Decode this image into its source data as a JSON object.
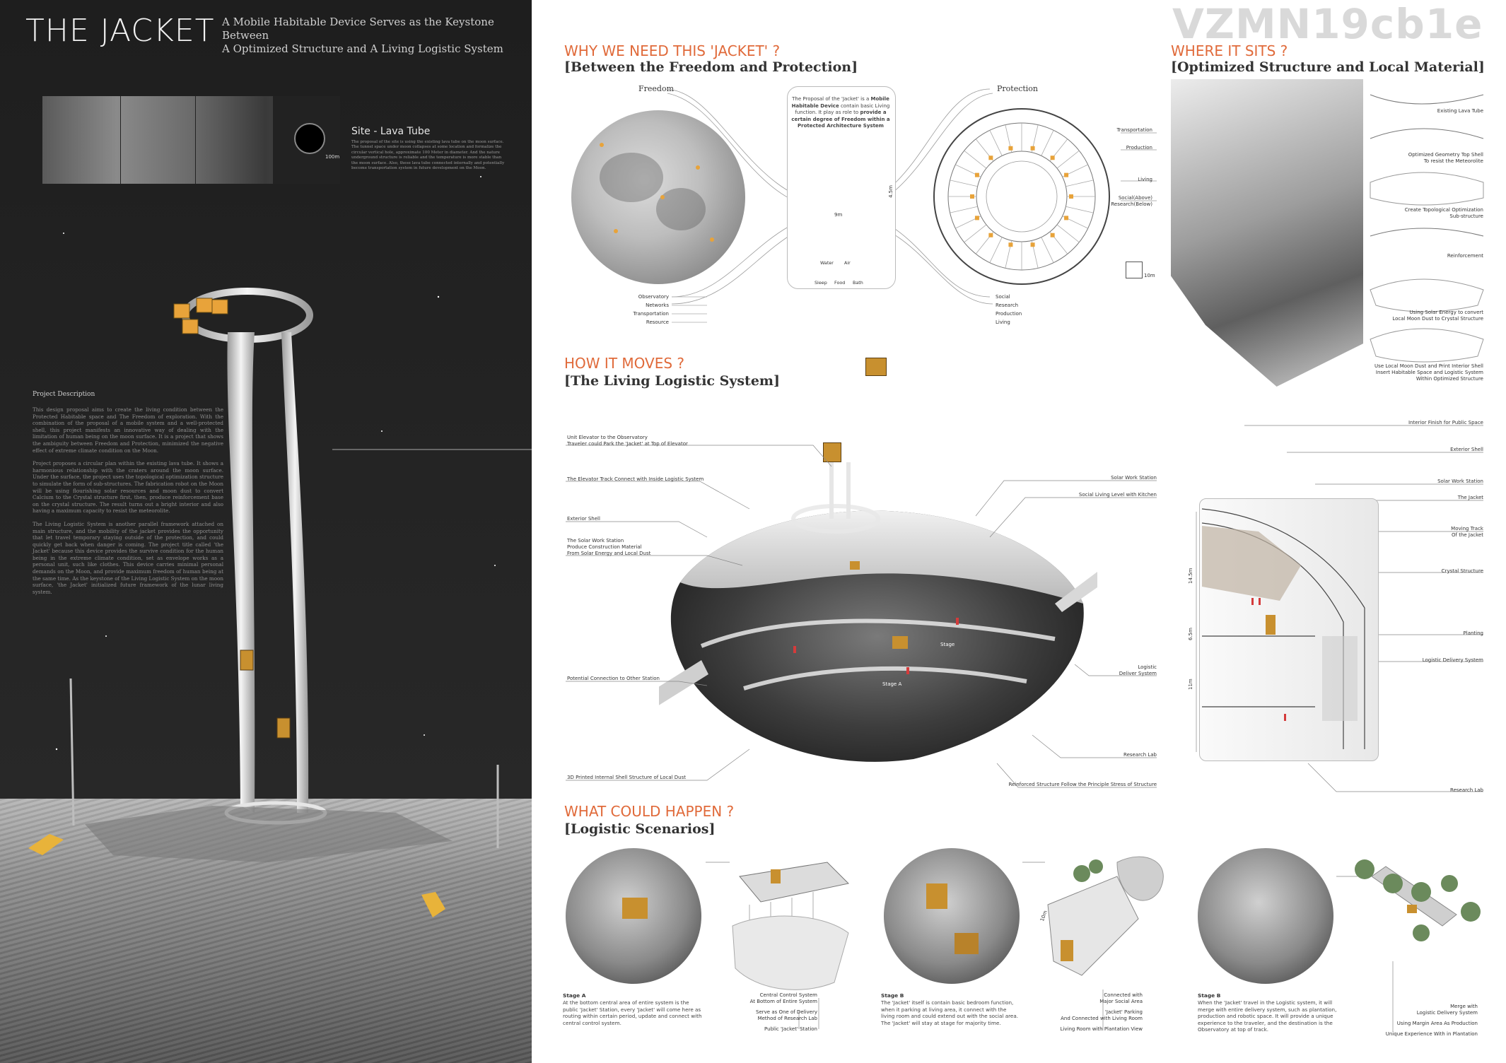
{
  "header": {
    "title": "THE JACKET",
    "subtitle_line1": "A Mobile Habitable Device Serves as the Keystone Between",
    "subtitle_line2": "A Optimized Structure and A Living Logistic System",
    "watermark": "VZMN19cb1e"
  },
  "site": {
    "heading": "Site - Lava Tube",
    "body": "The proposal of the site is using the existing lava tube on the moon surface. The tunnel space under moon collapses at some location and formalize the circular vertical hole, approximate 100 Meter in diameter. And the nature underground structure is reliable and the temperature is more stable than the moon surface. Also, these lava tube connected internally and potentially become transportation system in future development on the Moon.",
    "scale_label": "100m"
  },
  "project": {
    "heading": "Project Description",
    "paragraphs": [
      "This design proposal aims to create the living condition between the Protected Habitable space and The Freedom of exploration. With the combination of the proposal of a mobile system and a well-protected shell, this project manifests an innovative way of dealing with the limitation of human being on the moon surface. It is a project that shows the ambiguity between Freedom and Protection, minimized the negative effect of extreme climate condition on the Moon.",
      "Project proposes a circular plan within the existing lava tube. It shows a harmonious relationship with the craters around the moon surface. Under the surface, the project uses the topological optimization structure to simulate the form of sub-structures. The fabrication robot on the Moon will be using flourishing solar resources and moon dust to convert Calcium to the Crystal structure first, then, produce reinforcement base on the crystal structure. The result turns out a bright interior and also having a maximum capacity to resist the meteorolite.",
      "The Living Logistic System is another parallel framework attached on main structure, and the mobility of the jacket provides the opportunity that let travel temporary staying outside of the protection, and could quickly get back when danger is coming. The project title called 'the Jacket' because this device provides the survive condition for the human being in the extreme climate condition, set as envelope works as a personal unit, such like clothes. This device carries minimal personal demands on the Moon, and provide maximum freedom of human being at the same time. As the keystone of the Living Logistic System on the moon surface, 'the Jacket' initialized future framework of the lunar living system."
    ]
  },
  "why": {
    "title": "WHY WE NEED THIS 'JACKET' ?",
    "subtitle": "[Between the Freedom and Protection]",
    "freedom_label": "Freedom",
    "protection_label": "Protection",
    "card_text_pre": "The Proposal of the 'Jacket' is a",
    "card_text_bold1": "Mobile Habitable Device",
    "card_text_mid": "contain basic Living function. It play as role to",
    "card_text_bold2": "provide a certain degree of Freedom within a Protected Architecture System",
    "dim_width": "9m",
    "dim_height": "4.5m",
    "icons": [
      "Water",
      "Air",
      "Sleep",
      "Food",
      "Bath"
    ],
    "freedom_list": [
      "Observatory",
      "Networks",
      "Transportation",
      "Resource"
    ],
    "protection_list": [
      "Social",
      "Research",
      "Production",
      "Living"
    ],
    "plan_labels": [
      "Transportation",
      "Production",
      "Living",
      "Social(Above)",
      "Research(Below)"
    ],
    "scale_label": "10m"
  },
  "where": {
    "title": "WHERE IT SITS ?",
    "subtitle": "[Optimized Structure and Local Material]",
    "steps": [
      "Existing Lava Tube",
      "Optimized Geometry Top Shell",
      "To resist the Meteorolite",
      "Create Topological Optimization",
      "Sub-structure",
      "Reinforcement",
      "Using Solar Energy to convert",
      "Local Moon Dust to Crystal Structure",
      "Use Local Moon Dust and Print Interior Shell",
      "Insert Habitable Space and Logistic System",
      "Within Optimized Structure"
    ]
  },
  "how": {
    "title": "HOW IT MOVES ?",
    "subtitle": "[The Living Logistic System]",
    "left_labels": [
      "Unit Elevator to the Observatory",
      "Traveler could Park the 'Jacket' at Top of Elevator",
      "The Elevator Track Connect with Inside Logistic System",
      "Exterior Shell",
      "The Solar Work Station",
      "Produce Construction Material",
      "From Solar Energy and Local Dust",
      "Potential Connection to Other Station",
      "3D Printed Internal Shell Structure of Local Dust"
    ],
    "right_labels": [
      "Solar Work Station",
      "Social Living Level with Kitchen",
      "Logistic",
      "Deliver System",
      "Research Lab",
      "Reinforced Structure Follow the Principle Stress of Structure"
    ],
    "stage_labels": [
      "Stage",
      "Stage A"
    ],
    "section_labels": [
      "Interior Finish for Public Space",
      "Exterior Shell",
      "Solar Work Station",
      "The Jacket",
      "Moving Track",
      "Of the Jacket",
      "Crystal Structure",
      "Planting",
      "Logistic Delivery System",
      "Research Lab"
    ],
    "section_dims": [
      "14.5m",
      "6.5m",
      "11m"
    ]
  },
  "what": {
    "title": "WHAT COULD HAPPEN ?",
    "subtitle": "[Logistic Scenarios]",
    "scenarios": [
      {
        "stage": "Stage A",
        "text": "At the bottom central area of entire system is the public 'Jacket' Station, every 'Jacket' will come here as routing within certain period, update and connect with central control system.",
        "labels": [
          "Central Control System",
          "At Bottom of Entire System",
          "Serve as One of Delivery",
          "Method of Research Lab",
          "Public 'Jacket' Station"
        ]
      },
      {
        "stage": "Stage B",
        "text": "The 'Jacket' itself is contain basic bedroom function, when it parking at living area, it connect with the living room and could extend out with the social area. The 'Jacket' will stay at stage for majority time.",
        "labels": [
          "Connected with",
          "Major Social Area",
          "'Jacket' Parking",
          "And Connected with Living Room",
          "Living Room with Plantation View"
        ],
        "dim": "10m"
      },
      {
        "stage": "Stage B",
        "text": "When the 'Jacket' travel in the Logistic system, it will merge with entire delivery system, such as plantation, production and robotic space. It will provide a unique experience to the traveler, and the destination is the Observatory at top of track.",
        "labels": [
          "Merge with",
          "Logistic Delivery System",
          "Using Margin Area As Production",
          "Unique Experience With in Plantation"
        ]
      }
    ]
  },
  "colors": {
    "accent": "#e06a3a",
    "jacket_gold": "#e8a33a",
    "dark_panel": "#232323"
  }
}
